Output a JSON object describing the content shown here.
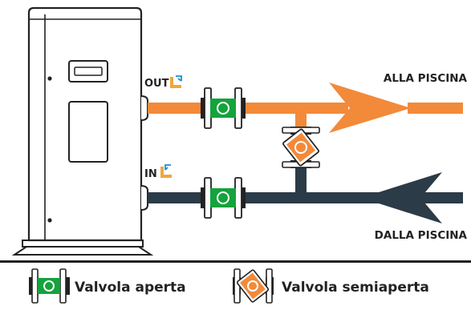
{
  "labels": {
    "out": "OUT",
    "in": "IN",
    "to_pool": "ALLA PISCINA",
    "from_pool": "DALLA PISCINA"
  },
  "legend": {
    "open_valve": "Valvola aperta",
    "half_open_valve": "Valvola semiaperta"
  },
  "colors": {
    "outflow_pipe": "#f28a3a",
    "inflow_pipe": "#2b3b47",
    "valve_open": "#14a33c",
    "valve_half_open": "#f28a3a",
    "unit_outline": "#222222",
    "port_icon": "#f2a53a",
    "port_icon_blue": "#1a8fd6"
  },
  "icons": {
    "out_port": "out-arrow-icon",
    "in_port": "in-arrow-icon",
    "open_valve": "open-valve-icon",
    "half_open_valve": "half-open-valve-icon"
  }
}
